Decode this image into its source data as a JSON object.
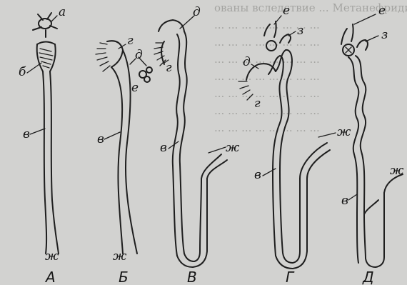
{
  "background_text": [
    "ованы вследствие ... Метанефридии нерестуумлетный у",
    "... ... ... ... ... ... ... ...",
    "... ... ... ... ... ... ... ...",
    "... ... ... ... ... ... ... ...",
    "... ... ... ... ... ... ... ...",
    "... ... ... ... ... ... ... ...",
    "... ... ... ... ... ... ... ...",
    "... ... ... ... ... ... ... ..."
  ],
  "panels": [
    {
      "caption": "А",
      "labels": {
        "a": "а",
        "b": "б",
        "v": "в",
        "zh": "ж"
      }
    },
    {
      "caption": "Б",
      "labels": {
        "g": "г",
        "d": "д",
        "e": "е",
        "v": "в",
        "zh": "ж"
      }
    },
    {
      "caption": "В",
      "labels": {
        "d": "д",
        "g": "г",
        "v": "в",
        "zh": "ж"
      }
    },
    {
      "caption": "Г",
      "labels": {
        "e": "е",
        "z": "з",
        "d": "д",
        "g": "г",
        "zh": "ж",
        "v": "в"
      }
    },
    {
      "caption": "Д",
      "labels": {
        "e": "е",
        "z": "з",
        "zh": "ж",
        "v": "в"
      }
    }
  ],
  "colors": {
    "background": "#d2d2d0",
    "ink": "#1e1e1e"
  }
}
